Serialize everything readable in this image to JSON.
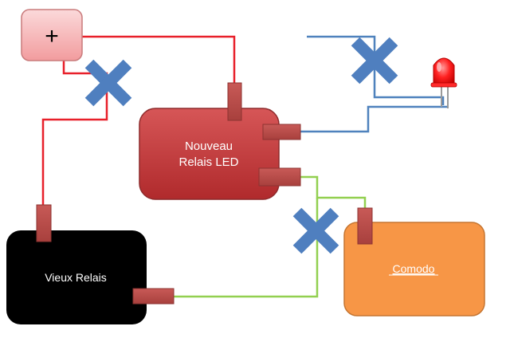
{
  "plus_box": {
    "label": "+"
  },
  "new_relay": {
    "label_line1": "Nouveau",
    "label_line2": "Relais LED"
  },
  "old_relay": {
    "label": "Vieux Relais"
  },
  "comodo": {
    "label": "Comodo"
  },
  "colors": {
    "wire_red": "#e8202a",
    "wire_blue": "#4f82bd",
    "wire_green": "#92d050",
    "cross": "#4f7fbf",
    "new_relay_fill": "#c8393a",
    "terminal": "#c0504d",
    "comodo_fill": "#f79646",
    "old_relay_fill": "#000000",
    "plus_fill": "#f4b7b8"
  },
  "icons": {
    "crosses": [
      "x-mark-icon",
      "x-mark-icon",
      "x-mark-icon"
    ],
    "led": "red-led-icon"
  }
}
